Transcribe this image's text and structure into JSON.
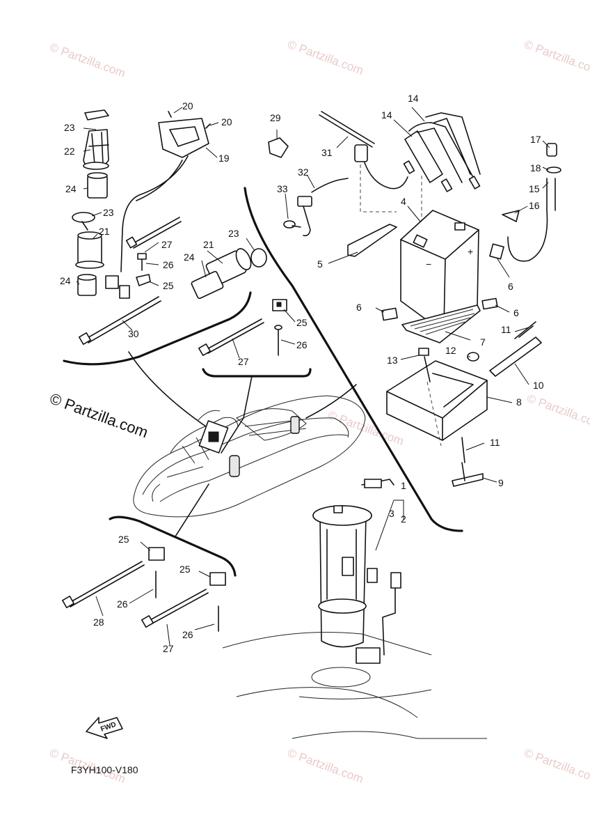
{
  "diagram": {
    "code": "F3YH100-V180",
    "fwd_label": "FWD",
    "watermark_center": "© Partzilla.com",
    "watermark_text": "© Partzilla.com"
  },
  "callouts": {
    "c1": "1",
    "c2": "2",
    "c3": "3",
    "c4": "4",
    "c5": "5",
    "c6": "6",
    "c7": "7",
    "c8": "8",
    "c9": "9",
    "c10": "10",
    "c11": "11",
    "c12": "12",
    "c13": "13",
    "c14": "14",
    "c15": "15",
    "c16": "16",
    "c17": "17",
    "c18": "18",
    "c19": "19",
    "c20": "20",
    "c21": "21",
    "c22": "22",
    "c23": "23",
    "c24": "24",
    "c25": "25",
    "c26": "26",
    "c27": "27",
    "c28": "28",
    "c29": "29",
    "c30": "30",
    "c31": "31",
    "c32": "32",
    "c33": "33"
  }
}
